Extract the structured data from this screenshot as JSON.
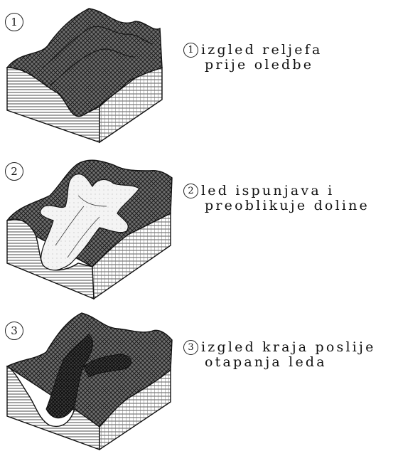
{
  "stages": [
    {
      "number": "1",
      "caption_line1": "izgled reljefa",
      "caption_line2": "prije oledbe"
    },
    {
      "number": "2",
      "caption_line1": "led ispunjava i",
      "caption_line2": "preoblikuje doline"
    },
    {
      "number": "3",
      "caption_line1": "izgled kraja poslije",
      "caption_line2": "otapanja leda"
    }
  ]
}
